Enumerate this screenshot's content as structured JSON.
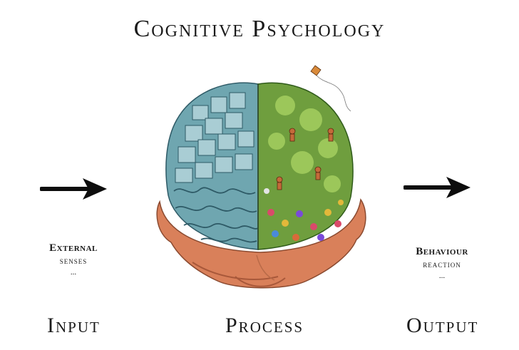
{
  "title": "Cognitive Psychology",
  "input": {
    "heading": "External",
    "sub": "senses",
    "dots": "...",
    "label": "Input"
  },
  "process": {
    "label": "Process"
  },
  "output": {
    "heading": "Behaviour",
    "sub": "reaction",
    "dots": "...",
    "label": "Output"
  },
  "icons": {
    "arrow": "right-arrow-icon",
    "brain": "brain-head-illustration"
  },
  "colors": {
    "text": "#1a1a1a",
    "skin": "#d9805a",
    "brain_left": "#6fa6b0",
    "brain_right": "#6f9e3e"
  }
}
